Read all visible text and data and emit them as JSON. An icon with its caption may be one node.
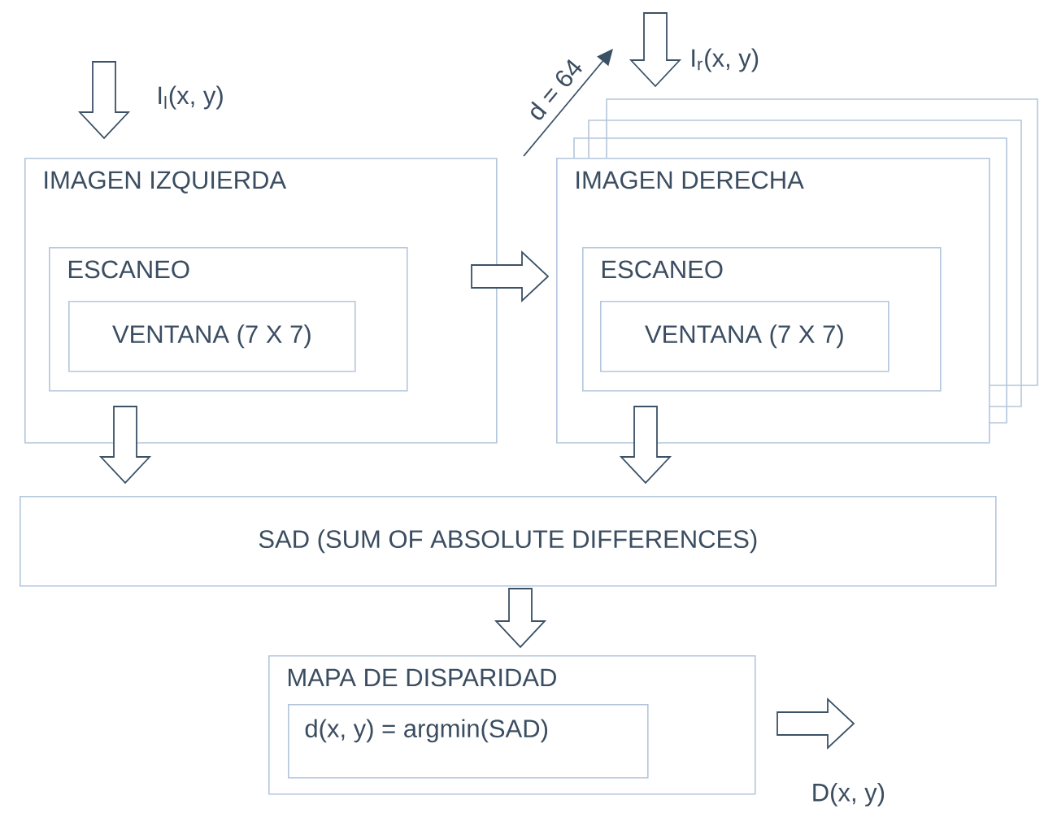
{
  "diagram": {
    "nodes": [
      {
        "text": [
          "IMAGEN IZQUIERDA"
        ]
      },
      {
        "text": [
          "ESCANEO"
        ],
        "in": 0
      },
      {
        "text": [
          "VENTANA (7 X 7)"
        ],
        "in": 1
      },
      {
        "text": [
          "IMAGEN DERECHA"
        ]
      },
      {
        "text": [
          "ESCANEO"
        ],
        "in": 3
      },
      {
        "text": [
          "VENTANA (7 X 7)"
        ],
        "in": 4
      },
      {
        "text": [
          "SAD (SUM OF ABSOLUTE DIFFERENCES)"
        ]
      },
      {
        "text": [
          "MAPA DE DISPARIDAD"
        ]
      },
      {
        "text": [
          "d(x, y) = argmin(SAD)"
        ],
        "in": 7
      },
      {
        "text": [
          "D(x, y)"
        ]
      }
    ],
    "edges": [
      {
        "from": null,
        "to": 0,
        "arrow": "to",
        "label": "I$_{l}$(x, y)"
      },
      {
        "from": null,
        "to": 3,
        "arrow": "to",
        "label": "I$_{r}$(x, y)"
      },
      {
        "from": 0,
        "to": 3,
        "arrow": "to"
      },
      {
        "from": 0,
        "to": 6,
        "arrow": "to"
      },
      {
        "from": 3,
        "to": 6,
        "arrow": "to"
      },
      {
        "from": 6,
        "to": 7,
        "arrow": "to"
      },
      {
        "from": 7,
        "to": 9,
        "arrow": "to"
      }
    ],
    "labels": [
      "d = 64"
    ]
  }
}
